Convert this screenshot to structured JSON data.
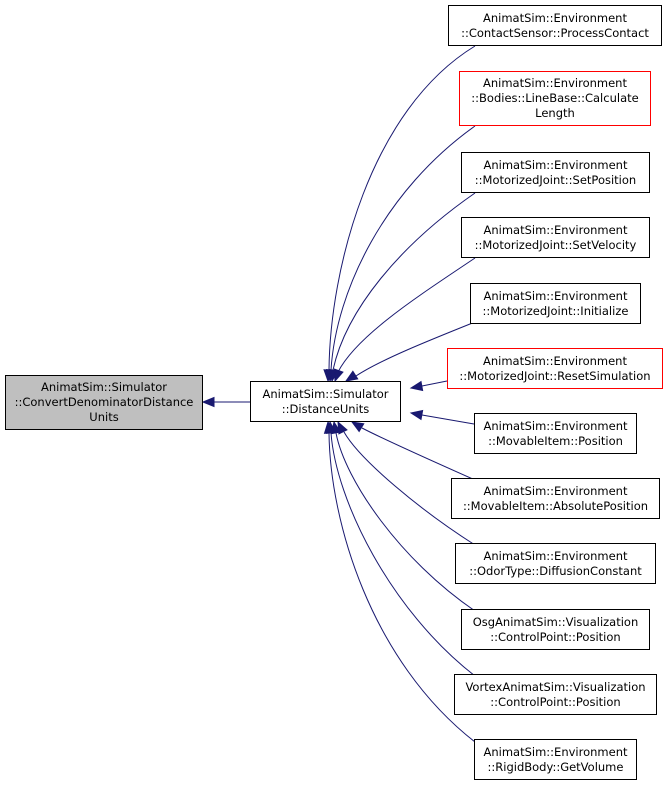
{
  "colors": {
    "edge": "#191970",
    "border_normal": "#000000",
    "border_red": "#ff0000",
    "root_fill": "#bfbfbf"
  },
  "nodes": {
    "root": {
      "label": "AnimatSim::Simulator\n::ConvertDenominatorDistance\nUnits",
      "border": "black"
    },
    "center": {
      "label": "AnimatSim::Simulator\n::DistanceUnits",
      "border": "black"
    },
    "callers": [
      {
        "label": "AnimatSim::Environment\n::ContactSensor::ProcessContact",
        "border": "black"
      },
      {
        "label": "AnimatSim::Environment\n::Bodies::LineBase::Calculate\nLength",
        "border": "red"
      },
      {
        "label": "AnimatSim::Environment\n::MotorizedJoint::SetPosition",
        "border": "black"
      },
      {
        "label": "AnimatSim::Environment\n::MotorizedJoint::SetVelocity",
        "border": "black"
      },
      {
        "label": "AnimatSim::Environment\n::MotorizedJoint::Initialize",
        "border": "black"
      },
      {
        "label": "AnimatSim::Environment\n::MotorizedJoint::ResetSimulation",
        "border": "red"
      },
      {
        "label": "AnimatSim::Environment\n::MovableItem::Position",
        "border": "black"
      },
      {
        "label": "AnimatSim::Environment\n::MovableItem::AbsolutePosition",
        "border": "black"
      },
      {
        "label": "AnimatSim::Environment\n::OdorType::DiffusionConstant",
        "border": "black"
      },
      {
        "label": "OsgAnimatSim::Visualization\n::ControlPoint::Position",
        "border": "black"
      },
      {
        "label": "VortexAnimatSim::Visualization\n::ControlPoint::Position",
        "border": "black"
      },
      {
        "label": "AnimatSim::Environment\n::RigidBody::GetVolume",
        "border": "black"
      }
    ]
  }
}
